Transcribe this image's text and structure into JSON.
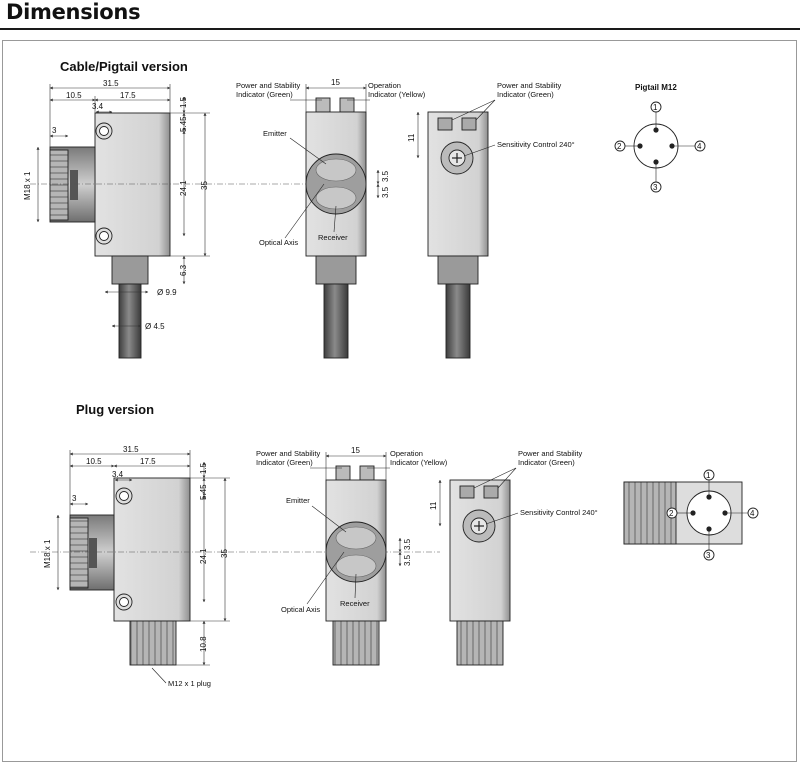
{
  "title": "Dimensions",
  "colors": {
    "body": "#d8d8d8",
    "body_dark": "#a9a9a9",
    "cable": "#5a5a5a",
    "thread": "#8c8c8c",
    "lens": "#bdbdbd"
  },
  "cable": {
    "heading": "Cable/Pigtail version",
    "dims": {
      "width_total": "31.5",
      "left_seg": "10.5",
      "right_seg": "17.5",
      "top_gap": "1.5",
      "hole_offset": "3.4",
      "hole_to_top": "5.45",
      "flange": "3",
      "thread": "M18 x 1",
      "hole_spacing": "24.1",
      "height": "35",
      "neck": "6.3",
      "cable_sleeve": "Ø 9.9",
      "cable_dia": "Ø 4.5"
    },
    "front": {
      "width": "15",
      "power_label": "Power and Stability\nIndicator (Green)",
      "operation_label": "Operation\nIndicator (Yellow)",
      "emitter": "Emitter",
      "receiver": "Receiver",
      "optical_axis": "Optical Axis",
      "lens_spacing": "3.5",
      "lens_spacing_b": "3.5"
    },
    "rear": {
      "power_label": "Power and Stability\nIndicator (Green)",
      "sensitivity": "Sensitivity Control 240°",
      "led_height": "11"
    },
    "pinout": {
      "title": "Pigtail M12",
      "pins": [
        "1",
        "2",
        "3",
        "4"
      ]
    }
  },
  "plug": {
    "heading": "Plug version",
    "dims": {
      "width_total": "31.5",
      "left_seg": "10.5",
      "right_seg": "17.5",
      "top_gap": "1.5",
      "hole_offset": "3.4",
      "hole_to_top": "5.45",
      "flange": "3",
      "thread": "M18 x 1",
      "hole_spacing": "24.1",
      "height": "35",
      "plug_len": "10.8",
      "plug_thread": "M12 x 1 plug"
    },
    "front": {
      "width": "15",
      "power_label": "Power and Stability\nIndicator (Green)",
      "operation_label": "Operation\nIndicator (Yellow)",
      "emitter": "Emitter",
      "receiver": "Receiver",
      "optical_axis": "Optical Axis",
      "lens_spacing": "3.5",
      "lens_spacing_b": "3.5"
    },
    "rear": {
      "power_label": "Power and Stability\nIndicator (Green)",
      "sensitivity": "Sensitivity Control 240°",
      "led_height": "11"
    },
    "pinout": {
      "pins": [
        "1",
        "2",
        "3",
        "4"
      ]
    }
  }
}
